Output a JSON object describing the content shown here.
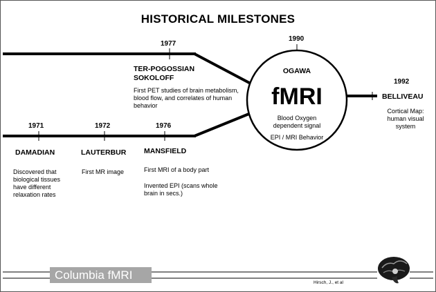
{
  "title": "HISTORICAL MILESTONES",
  "milestones": {
    "y1977": "1977",
    "tp_name": "TER-POGOSSIAN\nSOKOLOFF",
    "tp_desc": "First PET studies of brain metabolism, blood flow, and correlates of human behavior",
    "y1990": "1990",
    "ogawa": "OGAWA",
    "fmri": "fMRI",
    "ogawa_desc": "Blood Oxygen dependent signal",
    "ogawa_desc2": "EPI / MRI Behavior",
    "y1992": "1992",
    "belliveau": "BELLIVEAU",
    "belliveau_desc": "Cortical Map: human visual system",
    "y1971": "1971",
    "damadian": "DAMADIAN",
    "damadian_desc": "Discovered that biological tissues have different relaxation rates",
    "y1972": "1972",
    "lauterbur": "LAUTERBUR",
    "lauterbur_desc": "First MR image",
    "y1976": "1976",
    "mansfield": "MANSFIELD",
    "mansfield_desc1": "First MRI of a body part",
    "mansfield_desc2": "Invented EPI (scans whole brain in secs.)"
  },
  "footer": {
    "label": "Columbia  fMRI",
    "credit": "Hirsch, J., et al"
  }
}
